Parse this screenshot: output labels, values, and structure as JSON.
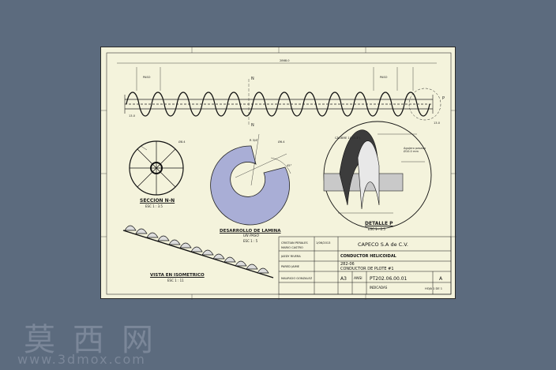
{
  "views": {
    "section": {
      "title": "SECCION N-N",
      "scale": "ESC 1 : 3.5"
    },
    "development": {
      "title": "DESARROLLO DE LAMINA",
      "subtitle": "UN PASO",
      "scale": "ESC 1 : 5"
    },
    "detail": {
      "title": "DETALLE P",
      "scale": "ESC 1 : 2.5"
    },
    "isometric": {
      "title": "VISTA EN ISOMETRICO",
      "scale": "ESC 1 : 11"
    }
  },
  "dimensions": {
    "overall_length": "2868.0",
    "left_end": "13.0",
    "right_end": "13.0",
    "section_mark": "N",
    "detail_mark": "P",
    "pitch": "PASO",
    "inner_radius": "R 3/4\"",
    "diameter": "Ø6.4",
    "bolt_note": "Ø8.4"
  },
  "annotations": {
    "weld_note": "CÁLIBRE 10 (0.3\")",
    "angle": "45°",
    "coil_note": "Agujero pasado Ø10.0 mm"
  },
  "title_block": {
    "company": "CAPECO S.A de C.V.",
    "drawn_by": "CRISTIAN PERALES",
    "checked_by": "MARIO CASTRO",
    "reviewed_by": "JAEDY RIVERA",
    "approved_by": "PARED JAIME",
    "cad": "MAURICIO GONZALEZ",
    "date": "1/06/2013",
    "title": "CONDUCTOR HELICOIDAL",
    "code": "282-06",
    "description": "CONDUCTOR DE PLOTE #1",
    "sheet_size": "A3",
    "revision_label": "ANSI",
    "dwg_no": "PT202.06.00.01",
    "rev": "A",
    "units": "INDICADAS",
    "sheet_count": "HOJA 1 DE 1"
  }
}
